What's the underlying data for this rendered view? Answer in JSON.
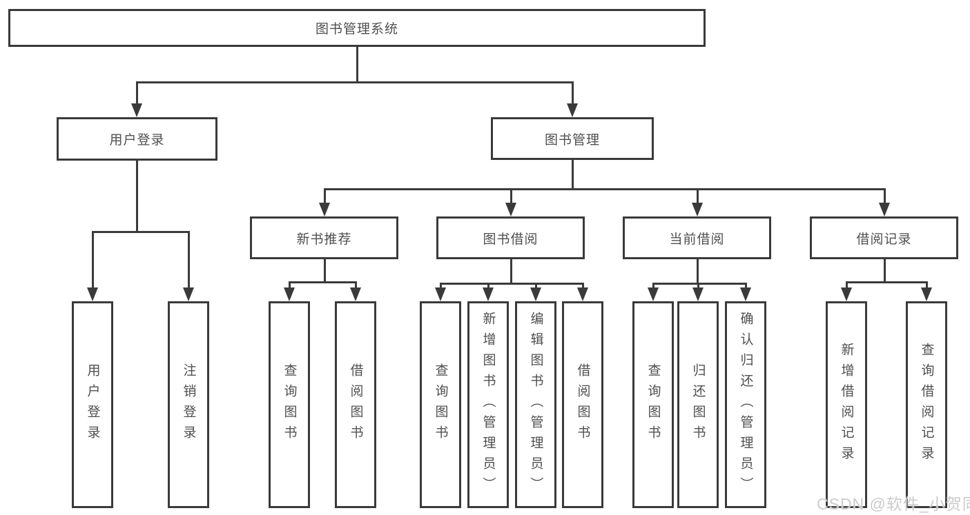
{
  "tree": {
    "label": "图书管理系统",
    "children": [
      {
        "label": "用户登录",
        "children": [
          {
            "label": "用户登录"
          },
          {
            "label": "注销登录"
          }
        ]
      },
      {
        "label": "图书管理",
        "children": [
          {
            "label": "新书推荐",
            "children": [
              {
                "label": "查询图书"
              },
              {
                "label": "借阅图书"
              }
            ]
          },
          {
            "label": "图书借阅",
            "children": [
              {
                "label": "查询图书"
              },
              {
                "label": "新增图书（管理员）"
              },
              {
                "label": "编辑图书（管理员）"
              },
              {
                "label": "借阅图书"
              }
            ]
          },
          {
            "label": "当前借阅",
            "children": [
              {
                "label": "查询图书"
              },
              {
                "label": "归还图书"
              },
              {
                "label": "确认归还（管理员）"
              }
            ]
          },
          {
            "label": "借阅记录",
            "children": [
              {
                "label": "新增借阅记录"
              },
              {
                "label": "查询借阅记录"
              }
            ]
          }
        ]
      }
    ]
  },
  "watermark": {
    "text": "CSDN @软件_小贺同学"
  },
  "colors": {
    "line": "#3a3a3a",
    "box_border": "#3a3a3a",
    "text": "#4f4f4f",
    "background": "#ffffff",
    "watermark": "#cbcbcb"
  }
}
